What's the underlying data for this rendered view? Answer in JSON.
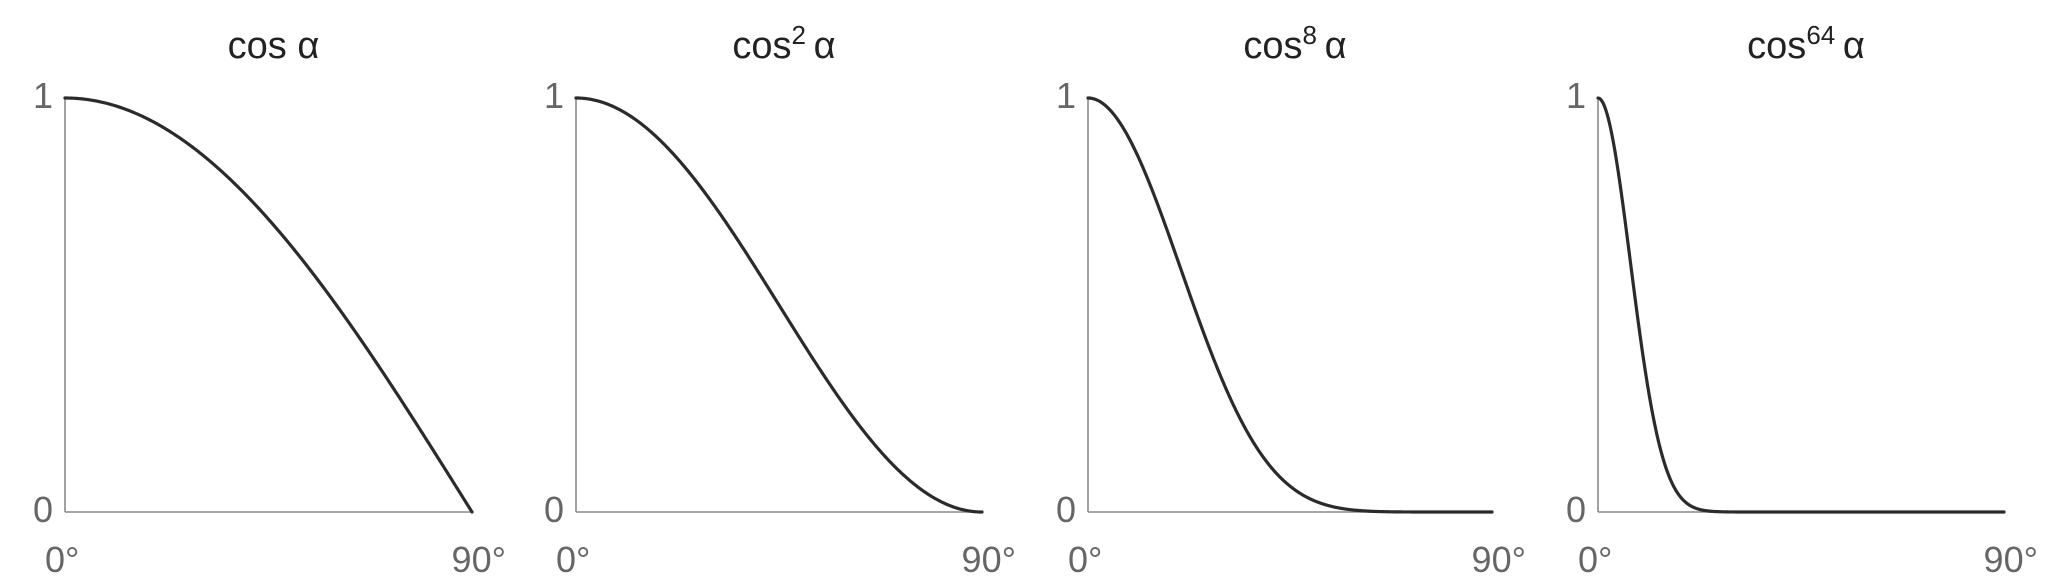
{
  "chart_data": [
    {
      "type": "line",
      "title": {
        "base": "cos",
        "exponent": "",
        "variable": "α"
      },
      "function": "cos^n(alpha)",
      "exponent": 1,
      "xlim": [
        0,
        90
      ],
      "ylim": [
        0,
        1
      ],
      "x_tick_labels": [
        "0°",
        "90°"
      ],
      "y_tick_labels": [
        "0",
        "1"
      ],
      "grid": false
    },
    {
      "type": "line",
      "title": {
        "base": "cos",
        "exponent": "2",
        "variable": "α"
      },
      "function": "cos^n(alpha)",
      "exponent": 2,
      "xlim": [
        0,
        90
      ],
      "ylim": [
        0,
        1
      ],
      "x_tick_labels": [
        "0°",
        "90°"
      ],
      "y_tick_labels": [
        "0",
        "1"
      ],
      "grid": false
    },
    {
      "type": "line",
      "title": {
        "base": "cos",
        "exponent": "8",
        "variable": "α"
      },
      "function": "cos^n(alpha)",
      "exponent": 8,
      "xlim": [
        0,
        90
      ],
      "ylim": [
        0,
        1
      ],
      "x_tick_labels": [
        "0°",
        "90°"
      ],
      "y_tick_labels": [
        "0",
        "1"
      ],
      "grid": false
    },
    {
      "type": "line",
      "title": {
        "base": "cos",
        "exponent": "64",
        "variable": "α"
      },
      "function": "cos^n(alpha)",
      "exponent": 64,
      "xlim": [
        0,
        90
      ],
      "ylim": [
        0,
        1
      ],
      "x_tick_labels": [
        "0°",
        "90°"
      ],
      "y_tick_labels": [
        "0",
        "1"
      ],
      "grid": false
    }
  ],
  "colors": {
    "curve": "#2b2b2b",
    "axis": "#8a8a8a",
    "title": "#222222",
    "tick_label": "#666666",
    "background": "#ffffff"
  }
}
